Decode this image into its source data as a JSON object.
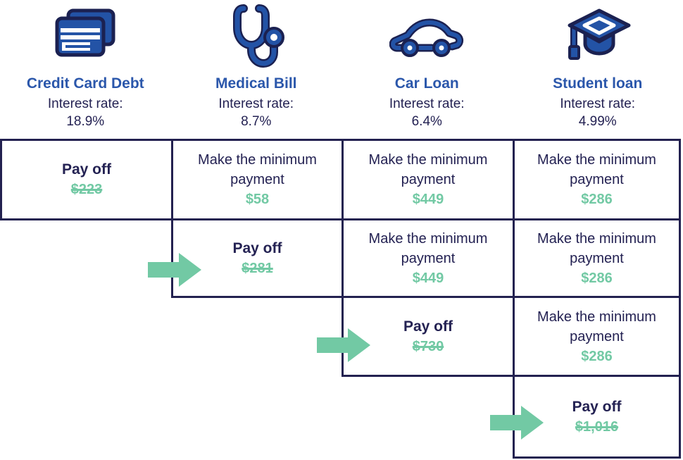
{
  "palette": {
    "navy": "#232150",
    "icon_blue": "#2353A6",
    "title_blue": "#2B57AB",
    "green": "#72C9A4",
    "background": "#FFFFFF"
  },
  "columns": [
    {
      "title": "Credit Card Debt",
      "interest_label": "Interest rate:",
      "interest_rate": "18.9%",
      "icon": "credit-card-icon"
    },
    {
      "title": "Medical Bill",
      "interest_label": "Interest rate:",
      "interest_rate": "8.7%",
      "icon": "stethoscope-icon"
    },
    {
      "title": "Car Loan",
      "interest_label": "Interest rate:",
      "interest_rate": "6.4%",
      "icon": "car-icon"
    },
    {
      "title": "Student loan",
      "interest_label": "Interest rate:",
      "interest_rate": "4.99%",
      "icon": "graduation-cap-icon"
    }
  ],
  "plan": {
    "rows": [
      {
        "cells": [
          {
            "type": "payoff",
            "column": "Credit Card Debt",
            "label": "Pay off",
            "amount": "$223",
            "struck": true,
            "arrow": false
          },
          {
            "type": "minimum",
            "column": "Medical Bill",
            "label": "Make the minimum payment",
            "amount": "$58"
          },
          {
            "type": "minimum",
            "column": "Car Loan",
            "label": "Make the minimum payment",
            "amount": "$449"
          },
          {
            "type": "minimum",
            "column": "Student loan",
            "label": "Make the minimum payment",
            "amount": "$286"
          }
        ]
      },
      {
        "cells": [
          {
            "type": "payoff",
            "column": "Medical Bill",
            "label": "Pay off",
            "amount": "$281",
            "struck": true,
            "arrow": true
          },
          {
            "type": "minimum",
            "column": "Car Loan",
            "label": "Make the minimum payment",
            "amount": "$449"
          },
          {
            "type": "minimum",
            "column": "Student loan",
            "label": "Make the minimum payment",
            "amount": "$286"
          }
        ]
      },
      {
        "cells": [
          {
            "type": "payoff",
            "column": "Car Loan",
            "label": "Pay off",
            "amount": "$730",
            "struck": true,
            "arrow": true
          },
          {
            "type": "minimum",
            "column": "Student loan",
            "label": "Make the minimum payment",
            "amount": "$286"
          }
        ]
      },
      {
        "cells": [
          {
            "type": "payoff",
            "column": "Student loan",
            "label": "Pay off",
            "amount": "$1,016",
            "struck": true,
            "arrow": true
          }
        ]
      }
    ]
  }
}
